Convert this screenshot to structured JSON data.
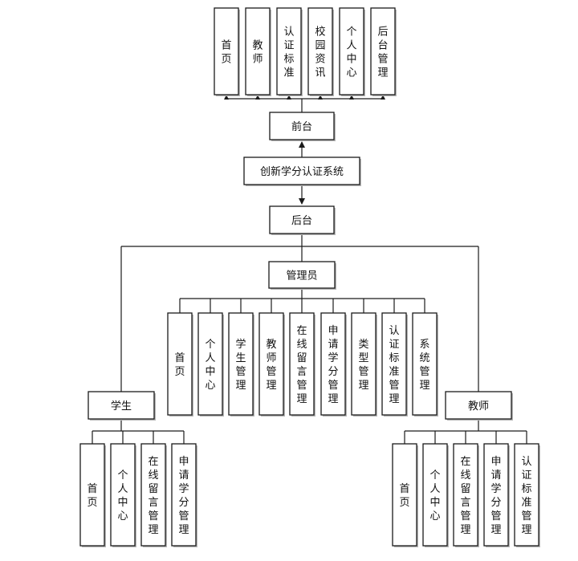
{
  "diagram": {
    "system": "创新学分认证系统",
    "front": {
      "label": "前台",
      "items": [
        "首页",
        "教师",
        "认证标准",
        "校园资讯",
        "个人中心",
        "后台管理"
      ]
    },
    "back": {
      "label": "后台",
      "admin": {
        "label": "管理员",
        "items": [
          "首页",
          "个人中心",
          "学生管理",
          "教师管理",
          "在线留言管理",
          "申请学分管理",
          "类型管理",
          "认证标准管理",
          "系统管理"
        ]
      },
      "student": {
        "label": "学生",
        "items": [
          "首页",
          "个人中心",
          "在线留言管理",
          "申请学分管理"
        ]
      },
      "teacher": {
        "label": "教师",
        "items": [
          "首页",
          "个人中心",
          "在线留言管理",
          "申请学分管理",
          "认证标准管理"
        ]
      }
    }
  }
}
